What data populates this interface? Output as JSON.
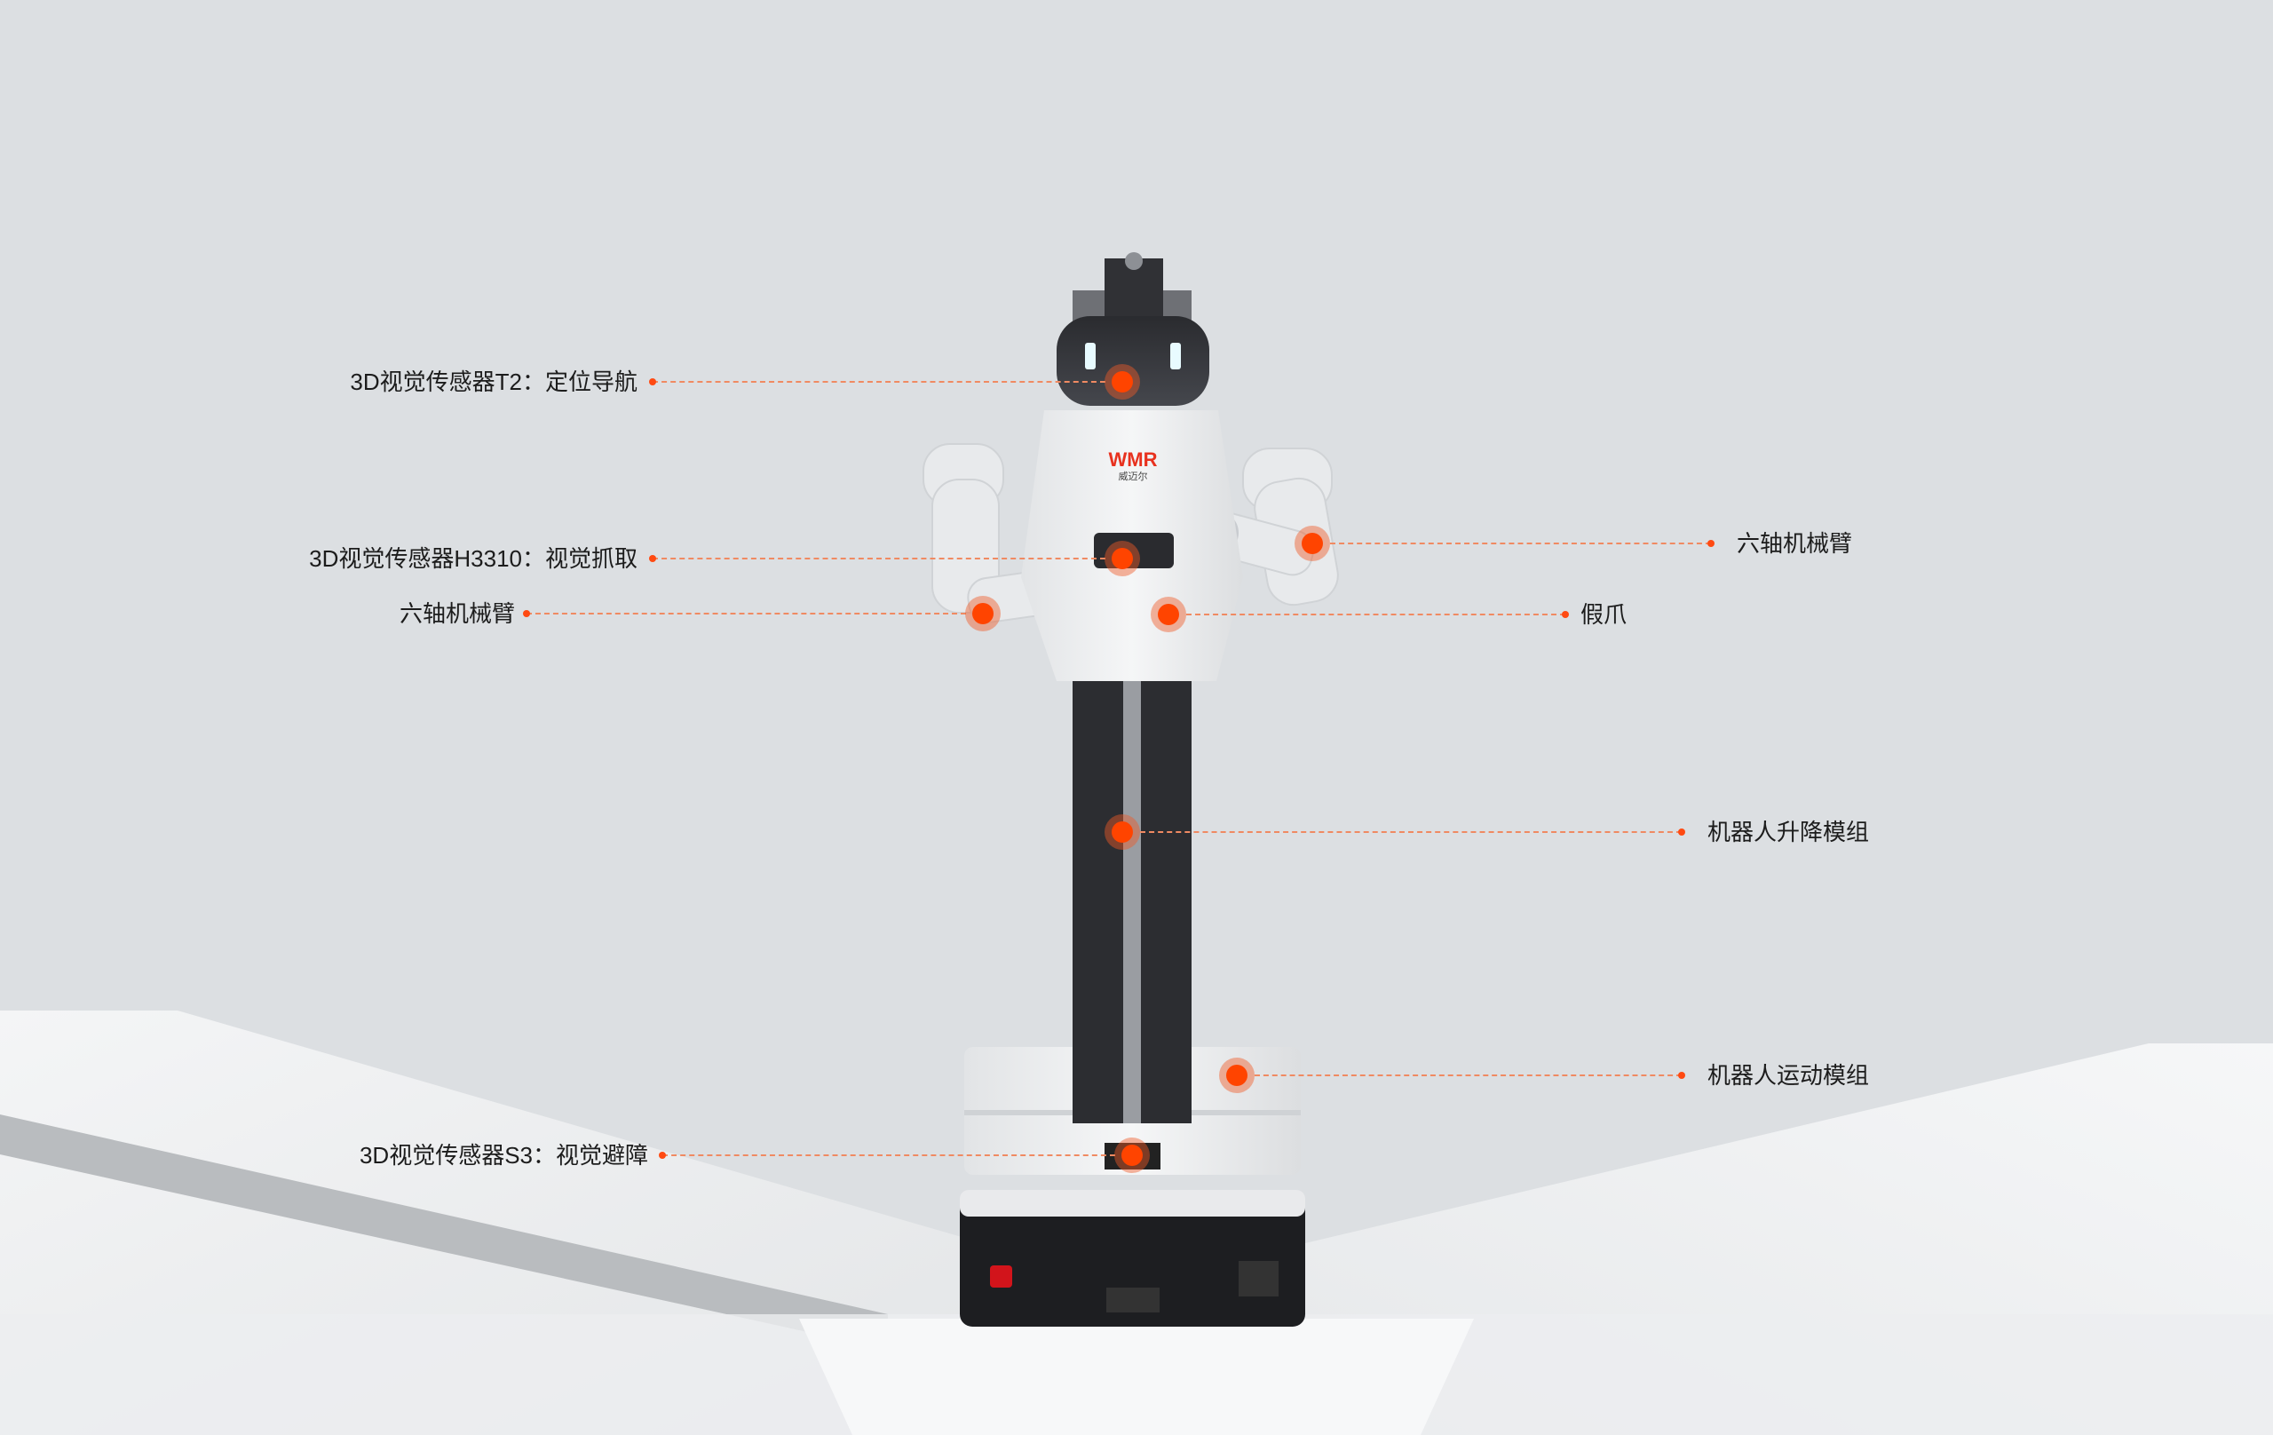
{
  "brand": {
    "logo_text": "WMR",
    "logo_cn": "威迈尔"
  },
  "accent_color": "#ff4400",
  "callouts": {
    "t2": "3D视觉传感器T2：定位导航",
    "h3310": "3D视觉传感器H3310：视觉抓取",
    "arm_left": "六轴机械臂",
    "arm_right": "六轴机械臂",
    "gripper": "假爪",
    "lift": "机器人升降模组",
    "motion": "机器人运动模组",
    "s3": "3D视觉传感器S3：视觉避障"
  }
}
